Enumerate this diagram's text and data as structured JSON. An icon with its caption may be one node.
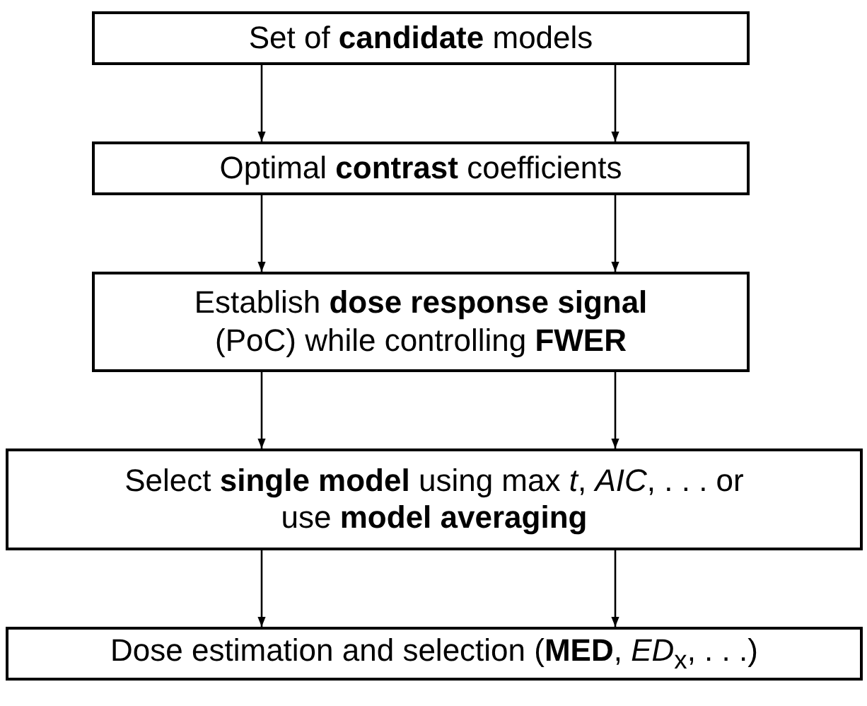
{
  "diagram": {
    "nodes": [
      {
        "text": [
          "Set of **candidate** models"
        ]
      },
      {
        "text": [
          "Optimal **contrast** coefficients"
        ]
      },
      {
        "text": [
          "Establish **dose response signal** (PoC) while controlling **FWER**"
        ]
      },
      {
        "text": [
          "Select **single model** using max *t*, *AIC*, . . . or use **model averaging**"
        ]
      },
      {
        "text": [
          "Dose estimation and selection (**MED**, *ED*$_{x}$, . . .)"
        ]
      }
    ],
    "edges": [
      {
        "from": 0,
        "to": 1,
        "arrow": "to"
      },
      {
        "from": 0,
        "to": 1,
        "arrow": "to"
      },
      {
        "from": 1,
        "to": 2,
        "arrow": "to"
      },
      {
        "from": 1,
        "to": 2,
        "arrow": "to"
      },
      {
        "from": 2,
        "to": 3,
        "arrow": "to"
      },
      {
        "from": 2,
        "to": 3,
        "arrow": "to"
      },
      {
        "from": 3,
        "to": 4,
        "arrow": "to"
      },
      {
        "from": 3,
        "to": 4,
        "arrow": "to"
      }
    ]
  }
}
